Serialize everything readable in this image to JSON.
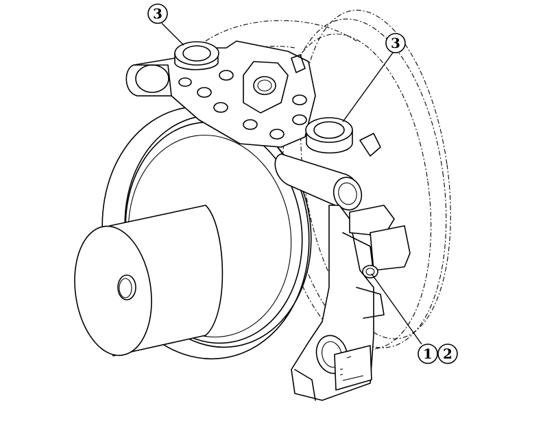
{
  "callouts": [
    {
      "id": "callout-3-top",
      "label": "3"
    },
    {
      "id": "callout-3-right",
      "label": "3"
    },
    {
      "id": "callout-1",
      "label": "1"
    },
    {
      "id": "callout-2",
      "label": "2"
    }
  ],
  "colors": {
    "line": "#000000",
    "background": "#ffffff"
  }
}
